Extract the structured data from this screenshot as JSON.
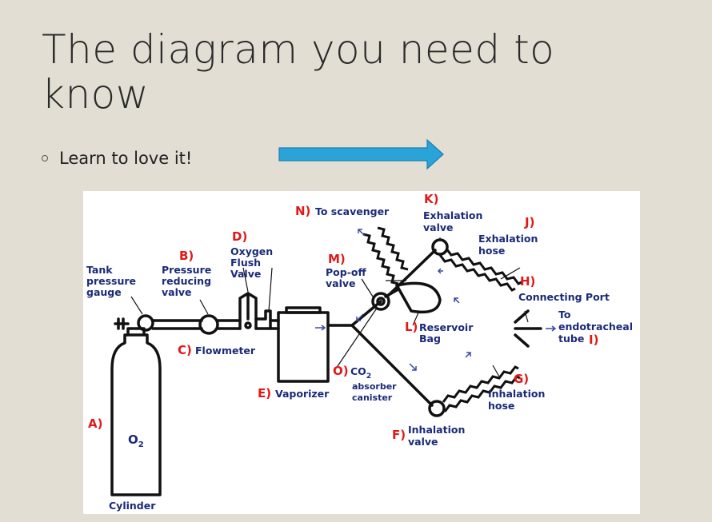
{
  "slide": {
    "title_line1": "The diagram you need to",
    "title_line2": "know",
    "bullet": "Learn to love it!",
    "arrow_color": "#2aa3d8"
  },
  "diagram": {
    "labels": {
      "A": "A)",
      "B": "B)",
      "C": "C)",
      "D": "D)",
      "E": "E)",
      "F": "F)",
      "G": "G)",
      "H": "H)",
      "I": "I)",
      "J": "J)",
      "K": "K)",
      "L": "L)",
      "M": "M)",
      "N": "N)",
      "O": "O)",
      "tank_l1": "Tank",
      "tank_l2": "pressure",
      "tank_l3": "gauge",
      "prv_l1": "Pressure",
      "prv_l2": "reducing",
      "prv_l3": "valve",
      "oxy_l1": "Oxygen",
      "oxy_l2": "Flush",
      "oxy_l3": "Valve",
      "flowmeter": "Flowmeter",
      "vaporizer": "Vaporizer",
      "popoff_l1": "Pop-off",
      "popoff_l2": "valve",
      "co2": "CO",
      "co2_sub": "2",
      "absorber_l1": "absorber",
      "absorber_l2": "canister",
      "scavenger": "To scavenger",
      "exh_valve_l1": "Exhalation",
      "exh_valve_l2": "valve",
      "exh_hose_l1": "Exhalation",
      "exh_hose_l2": "hose",
      "conn_port": "Connecting Port",
      "to": "To",
      "endo_l1": "endotracheal",
      "endo_l2": "tube",
      "reservoir_l1": "Reservoir",
      "reservoir_l2": "Bag",
      "inh_hose_l1": "Inhalation",
      "inh_hose_l2": "hose",
      "inh_valve_l1": "Inhalation",
      "inh_valve_l2": "valve",
      "o2": "O",
      "o2_sub": "2",
      "cylinder": "Cylinder"
    },
    "colors": {
      "line": "#111111",
      "label_blue": "#1a2a78",
      "letter_red": "#e01818",
      "bg": "#ffffff"
    }
  }
}
